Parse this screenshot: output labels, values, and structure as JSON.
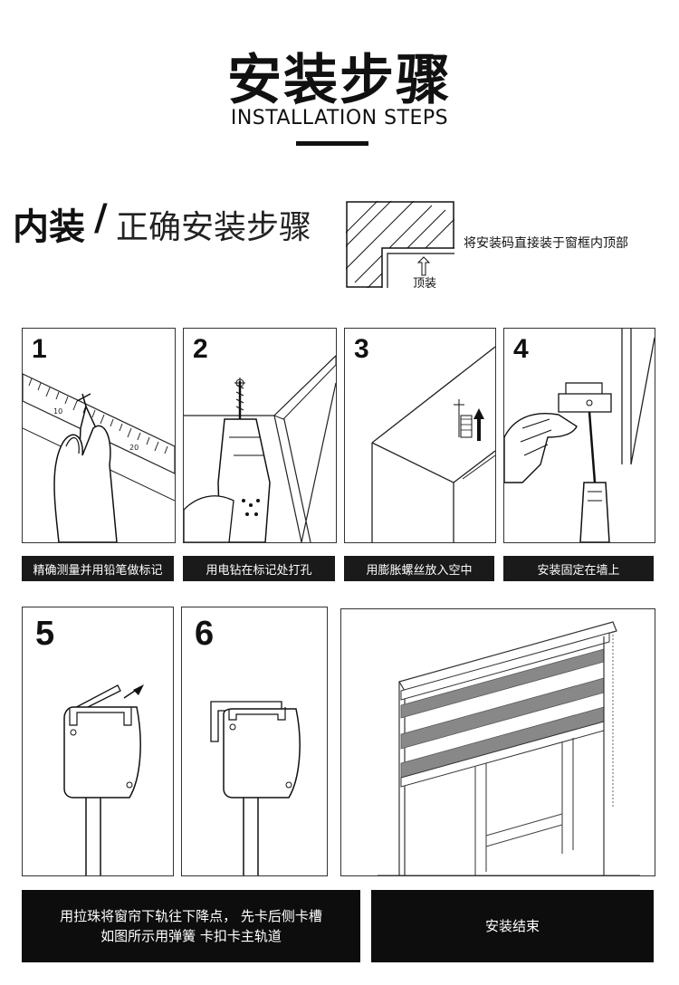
{
  "header": {
    "title": "安装步骤",
    "subtitle": "INSTALLATION STEPS"
  },
  "section": {
    "bold_label": "内装",
    "slash": "/",
    "light_label": "正确安装步骤",
    "mount_description": "将安装码直接装于窗框内顶部",
    "mount_label": "顶装"
  },
  "steps": [
    {
      "number": "1",
      "caption": "精确测量并用铅笔做标记"
    },
    {
      "number": "2",
      "caption": "用电钻在标记处打孔"
    },
    {
      "number": "3",
      "caption": "用膨胀螺丝放入空中"
    },
    {
      "number": "4",
      "caption": "安装固定在墙上"
    },
    {
      "number": "5"
    },
    {
      "number": "6"
    }
  ],
  "ruler_marks": [
    "10",
    "20"
  ],
  "final_notes": {
    "left_line1": "用拉珠将窗帘下轨往下降点， 先卡后侧卡槽",
    "left_line2": "如图所示用弹簧 卡扣卡主轨道",
    "right": "安装结束"
  }
}
